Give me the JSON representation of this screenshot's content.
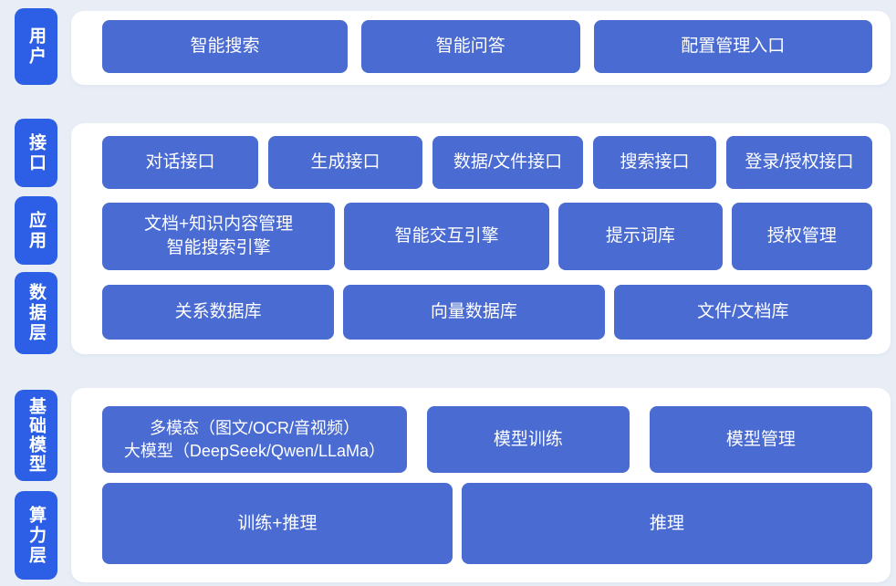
{
  "colors": {
    "bg": "#e9eef6",
    "panel": "#ffffff",
    "tile": "#2c5fe6",
    "node": "#4a6bd1",
    "text": "#ffffff"
  },
  "layers": {
    "user": {
      "label": "用户",
      "items": [
        "智能搜索",
        "智能问答",
        "配置管理入口"
      ]
    },
    "middle": {
      "labels": [
        "接口",
        "应用",
        "数据层"
      ],
      "interface_row": [
        "对话接口",
        "生成接口",
        "数据/文件接口",
        "搜索接口",
        "登录/授权接口"
      ],
      "application_row": [
        "文档+知识内容管理\n智能搜索引擎",
        "智能交互引擎",
        "提示词库",
        "授权管理"
      ],
      "data_row": [
        "关系数据库",
        "向量数据库",
        "文件/文档库"
      ]
    },
    "bottom": {
      "labels": [
        "基础模型",
        "算力层"
      ],
      "model_row": [
        "多模态（图文/OCR/音视频）\n大模型（DeepSeek/Qwen/LLaMa）",
        "模型训练",
        "模型管理"
      ],
      "compute_row": [
        "训练+推理",
        "推理"
      ]
    }
  }
}
